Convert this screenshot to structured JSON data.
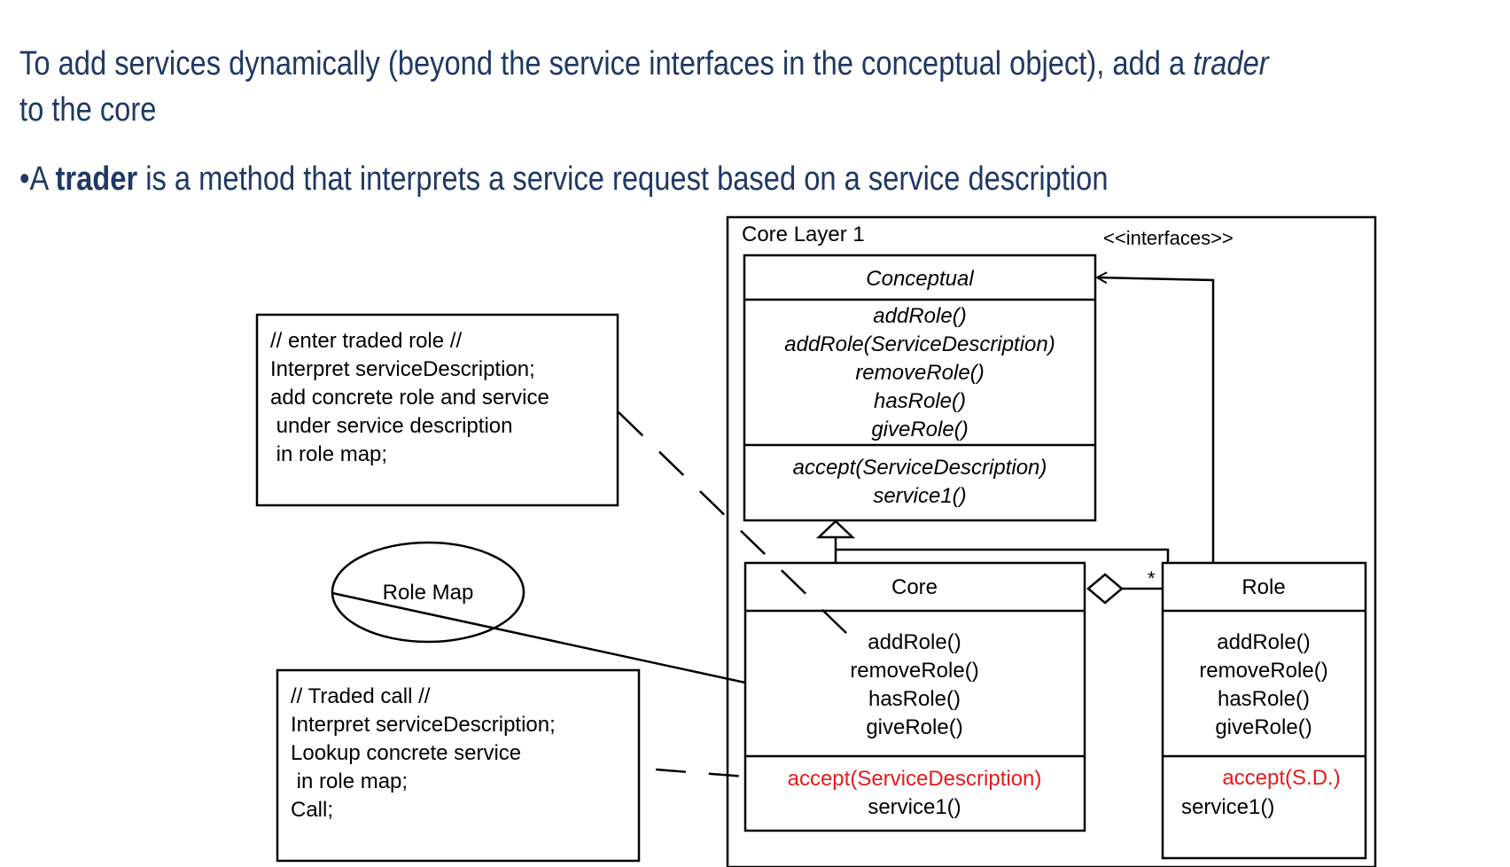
{
  "heading": {
    "line1_before": "To add services dynamically (beyond the service interfaces in the conceptual object), add a ",
    "line1_italic": "trader",
    "line2": "to the core",
    "bullet": "•A ",
    "bullet_bold": "trader",
    "bullet_rest": " is a method that interprets a service request based on a service description"
  },
  "diagram": {
    "layer_title": "Core Layer 1",
    "stereotype": "<<interfaces>>",
    "conceptual": {
      "name": "Conceptual",
      "methods": [
        "addRole()",
        "addRole(ServiceDescription)",
        "removeRole()",
        "hasRole()",
        "giveRole()"
      ],
      "services": [
        "accept(ServiceDescription)",
        "service1()"
      ]
    },
    "core": {
      "name": "Core",
      "methods": [
        "addRole()",
        "removeRole()",
        "hasRole()",
        "giveRole()"
      ],
      "accept": "accept(ServiceDescription)",
      "service": "service1()"
    },
    "role": {
      "name": "Role",
      "methods": [
        "addRole()",
        "removeRole()",
        "hasRole()",
        "giveRole()"
      ],
      "accept": "accept(S.D.)",
      "service": "service1()"
    },
    "multiplicity": "*",
    "role_map": "Role Map",
    "note_enter": [
      "// enter traded role //",
      "Interpret serviceDescription;",
      "add concrete role and service",
      " under service description",
      " in role map;"
    ],
    "note_call": [
      "// Traded call //",
      "Interpret serviceDescription;",
      "Lookup concrete service",
      " in role map;",
      "Call;"
    ]
  },
  "colors": {
    "heading": "#1f3864",
    "highlight": "#e8191c",
    "line": "#000000"
  }
}
